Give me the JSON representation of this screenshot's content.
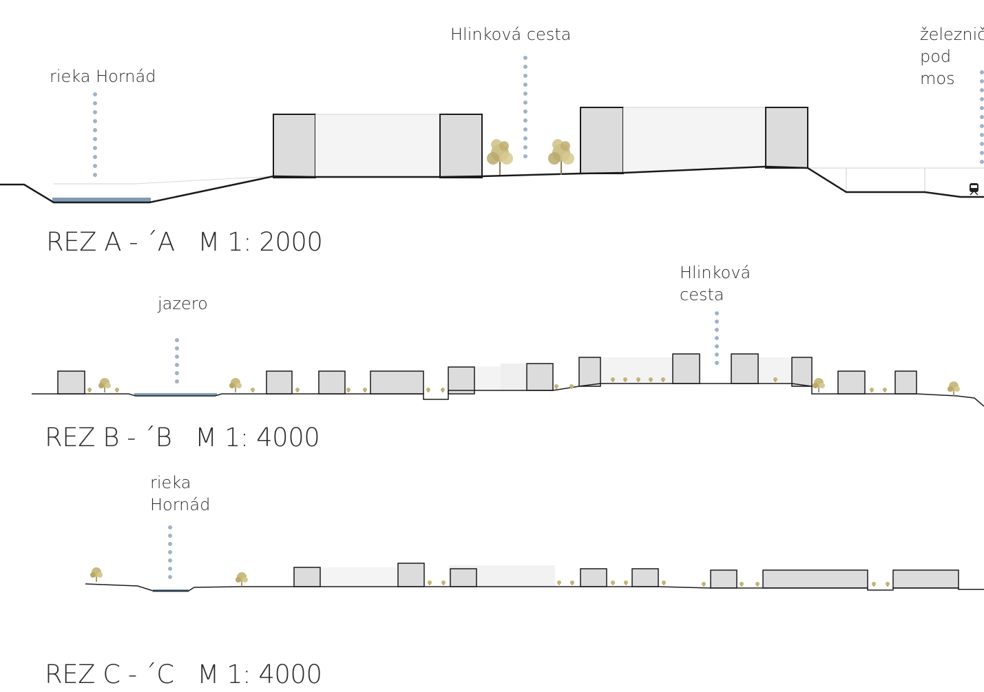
{
  "sections": [
    {
      "id": "a",
      "title": "REZ A - ´A   M 1: 2000",
      "labels": [
        "rieka Hornád",
        "Hlinková cesta",
        "železnič\npod mos"
      ]
    },
    {
      "id": "b",
      "title": "REZ B - ´B   M 1: 4000",
      "labels": [
        "jazero",
        "Hlinková\ncesta"
      ]
    },
    {
      "id": "c",
      "title": "REZ C - ´C   M 1: 4000",
      "labels": [
        "rieka\nHornád"
      ]
    }
  ],
  "colors": {
    "ground": "#1a1a1a",
    "building_fill": "#dcdcdc",
    "courtyard_fill": "#f3f3f3",
    "water": "#7f9bb3",
    "dots": "#9fb3c8",
    "tree": "#c8b878",
    "train_icon": "#222222"
  }
}
